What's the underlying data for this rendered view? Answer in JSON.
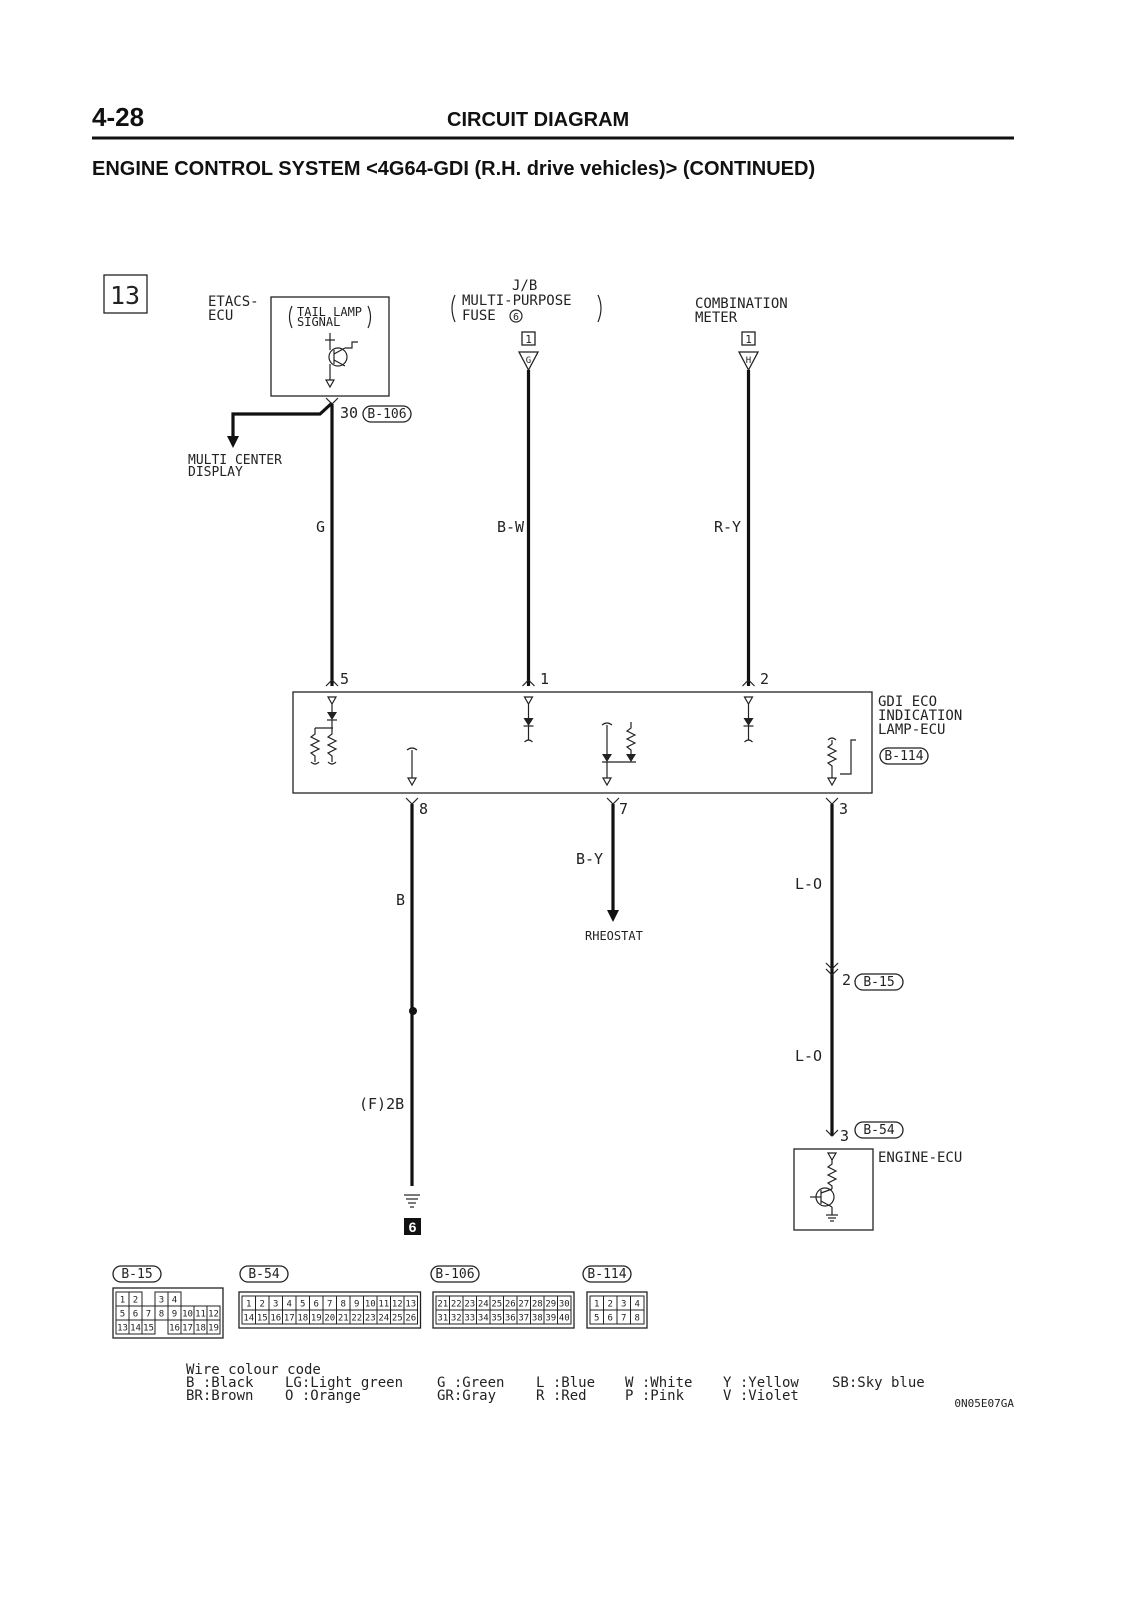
{
  "header": {
    "page_number": "4-28",
    "section_title": "CIRCUIT DIAGRAM",
    "subtitle": "ENGINE CONTROL SYSTEM <4G64-GDI (R.H. drive vehicles)> (CONTINUED)"
  },
  "diagram": {
    "sheet_number": "13",
    "components": {
      "etacs": {
        "name_line1": "ETACS-",
        "name_line2": "ECU",
        "inner_line1": "TAIL LAMP",
        "inner_line2": "SIGNAL"
      },
      "jb": {
        "line1": "J/B",
        "line2": "MULTI-PURPOSE",
        "line3": "FUSE",
        "fuse_no": "6"
      },
      "meter": {
        "line1": "COMBINATION",
        "line2": "METER"
      },
      "eco": {
        "line1": "GDI ECO",
        "line2": "INDICATION",
        "line3": "LAMP-ECU",
        "connector": "B-114"
      },
      "engine": {
        "name": "ENGINE-ECU"
      },
      "multi_center": {
        "line1": "MULTI CENTER",
        "line2": "DISPLAY"
      },
      "rheostat": {
        "name": "RHEOSTAT"
      },
      "ground": {
        "label": "6"
      }
    },
    "terminals": {
      "etacs_pin": "30",
      "etacs_conn": "B-106",
      "jb_tag": "1",
      "jb_letter": "G",
      "meter_tag": "1",
      "meter_letter": "H",
      "eco_in": [
        "5",
        "1",
        "2"
      ],
      "eco_out": [
        "8",
        "7",
        "3"
      ],
      "b15_pin": "2",
      "b15_conn": "B-15",
      "b54_pin": "3",
      "b54_conn": "B-54"
    },
    "wires": {
      "etacs_eco": "G",
      "jb_eco": "B-W",
      "meter_eco": "R-Y",
      "eco_ground": "B",
      "eco_rheostat": "B-Y",
      "eco_b15": "L-O",
      "b15_engine": "L-O",
      "ground_label": "(F)2B"
    }
  },
  "connectors": [
    {
      "name": "B-15",
      "rows": [
        [
          "1",
          "2",
          "",
          "3",
          "4"
        ],
        [
          "5",
          "6",
          "7",
          "8",
          "9",
          "10",
          "11",
          "12"
        ],
        [
          "13",
          "14",
          "15",
          "",
          "16",
          "17",
          "18",
          "19"
        ]
      ]
    },
    {
      "name": "B-54",
      "rows": [
        [
          "1",
          "2",
          "3",
          "4",
          "5",
          "6",
          "7",
          "8",
          "9",
          "10",
          "11",
          "12",
          "13"
        ],
        [
          "14",
          "15",
          "16",
          "17",
          "18",
          "19",
          "20",
          "21",
          "22",
          "23",
          "24",
          "25",
          "26"
        ]
      ]
    },
    {
      "name": "B-106",
      "rows": [
        [
          "21",
          "22",
          "23",
          "24",
          "25",
          "26",
          "27",
          "28",
          "29",
          "30"
        ],
        [
          "31",
          "32",
          "33",
          "34",
          "35",
          "36",
          "37",
          "38",
          "39",
          "40"
        ]
      ]
    },
    {
      "name": "B-114",
      "rows": [
        [
          "1",
          "2",
          "3",
          "4"
        ],
        [
          "5",
          "6",
          "7",
          "8"
        ]
      ]
    }
  ],
  "legend": {
    "title": "Wire colour code",
    "line1": [
      "B :Black",
      "LG:Light green",
      "G :Green",
      "L :Blue",
      "W :White",
      "Y :Yellow",
      "SB:Sky blue"
    ],
    "line2": [
      "BR:Brown",
      "O :Orange",
      "GR:Gray",
      "R :Red",
      "P :Pink",
      "V :Violet"
    ]
  },
  "footer": {
    "code": "0N05E07GA"
  }
}
